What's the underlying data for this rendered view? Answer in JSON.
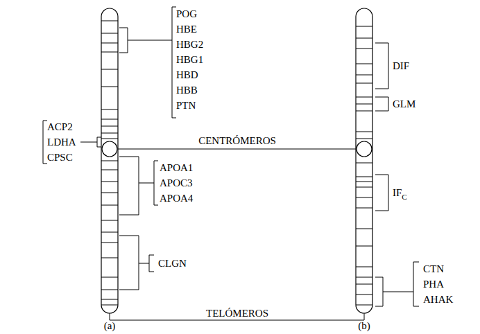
{
  "diagram": {
    "labels": [
      "POG",
      "HBE",
      "HBG2",
      "HBG1",
      "HBD",
      "HBB",
      "PTN",
      "ACP2",
      "LDHA",
      "CPSC",
      "CENTRÓMEROS",
      "APOA1",
      "APOC3",
      "APOA4",
      "CLGN",
      "TELÓMEROS",
      "(a)",
      "DIF",
      "GLM",
      "IF",
      "C",
      "CTN",
      "PHA",
      "AHAK",
      "(b)"
    ]
  }
}
